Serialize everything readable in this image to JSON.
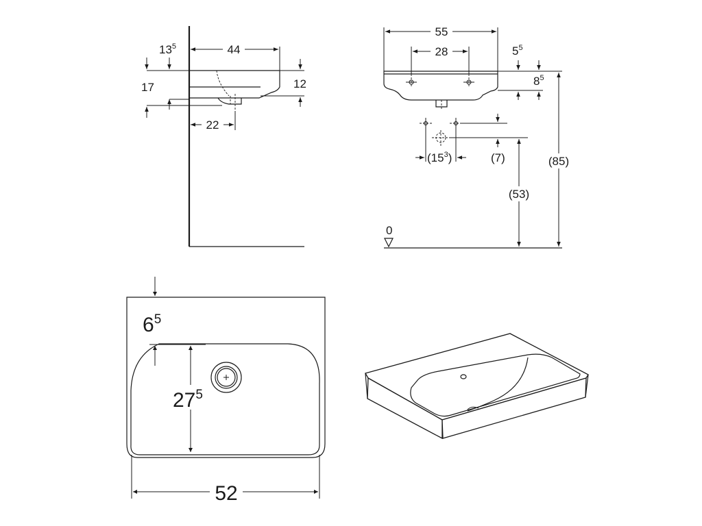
{
  "side_view": {
    "dim_width": "44",
    "dim_depth_main": "13",
    "dim_depth_sup": "5",
    "dim_height_left": "17",
    "dim_height_right": "12",
    "dim_drain_offset": "22"
  },
  "front_view": {
    "dim_width": "55",
    "dim_tap_spacing": "28",
    "dim_top_main": "5",
    "dim_top_sup": "5",
    "dim_bracket_main": "8",
    "dim_bracket_sup": "5",
    "dim_total_height": "(85)",
    "dim_supply_height": "(53)",
    "dim_supply_offset": "(7)",
    "dim_supply_spacing_main": "(15",
    "dim_supply_spacing_sup": "3",
    "dim_supply_spacing_close": ")",
    "floor_level": "0"
  },
  "top_view": {
    "dim_rim_main": "6",
    "dim_rim_sup": "5",
    "dim_bowl_main": "27",
    "dim_bowl_sup": "5",
    "dim_width": "52"
  }
}
